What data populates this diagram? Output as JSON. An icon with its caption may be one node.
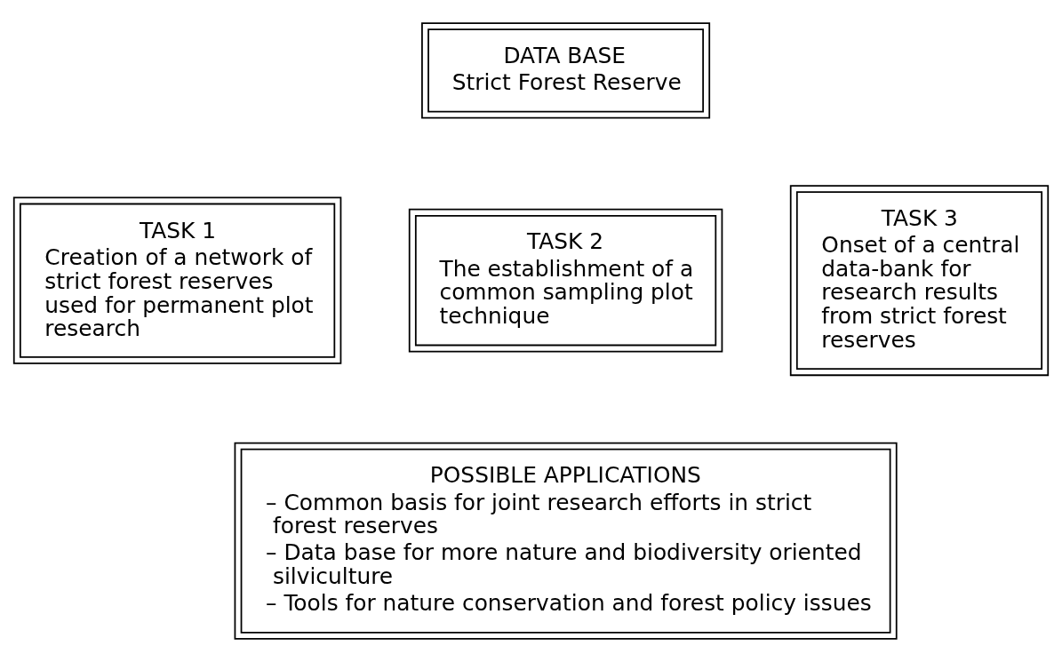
{
  "diagram": {
    "nodes": [
      {
        "text": [
          "DATA BASE",
          "Strict Forest Reserve"
        ]
      },
      {
        "text": [
          "TASK 1",
          "Creation of a network of strict forest reserves used for permanent plot research"
        ]
      },
      {
        "text": [
          "TASK 2",
          "The establishment of a common sampling plot technique"
        ]
      },
      {
        "text": [
          "TASK 3",
          "Onset of a central data-bank for research results from strict forest reserves"
        ]
      },
      {
        "text": [
          "POSSIBLE APPLICATIONS",
          "– Common basis for joint research efforts in strict forest reserves",
          "– Data base for more nature and biodiversity oriented silviculture",
          "– Tools for nature conservation and forest policy issues"
        ]
      }
    ],
    "edges": []
  }
}
